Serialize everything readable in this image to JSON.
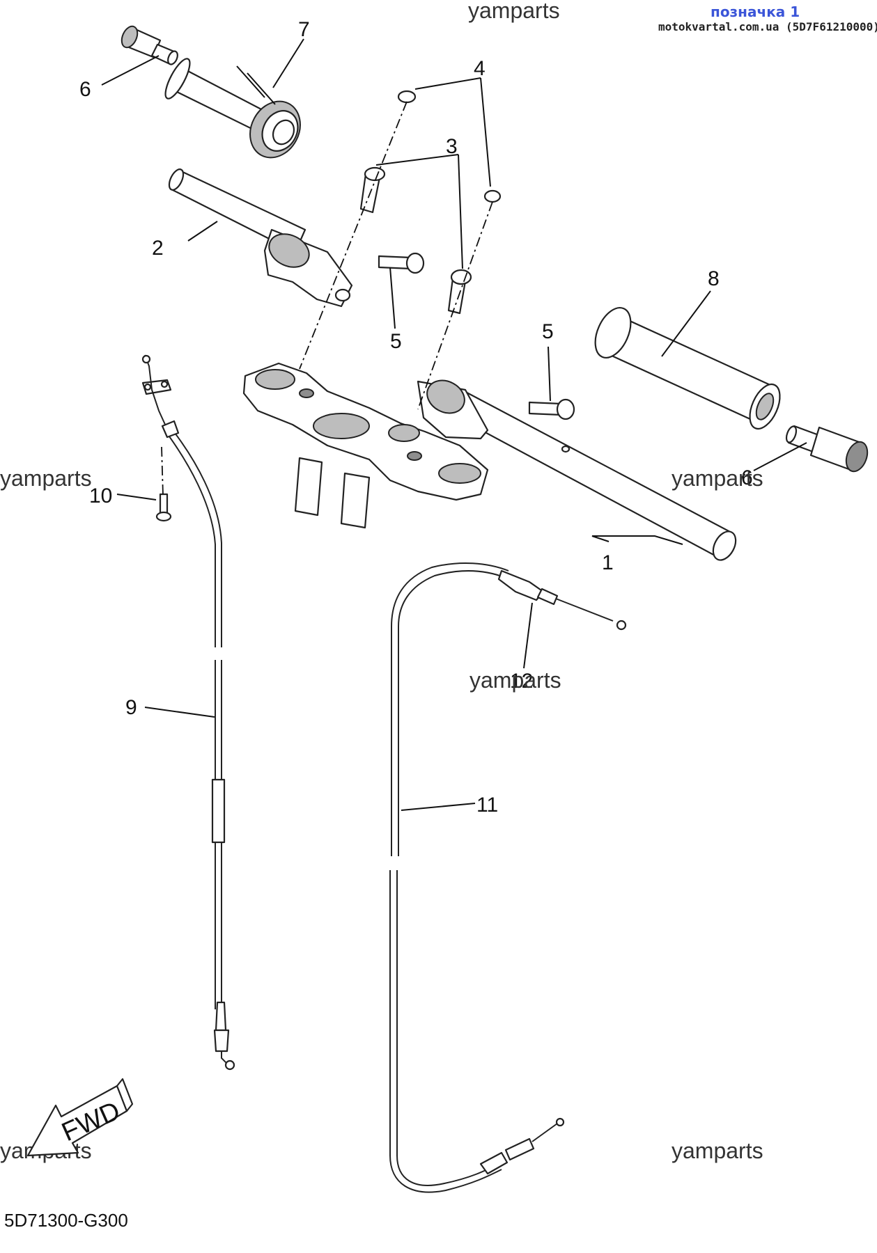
{
  "header": {
    "tag": "позначка 1",
    "source": "motokvartal.com.ua (5D7F61210000)"
  },
  "watermark": "yamparts",
  "diagram_code": "5D71300-G300",
  "direction_label": "FWD",
  "callouts": {
    "c1": "1",
    "c2": "2",
    "c3": "3",
    "c4": "4",
    "c5a": "5",
    "c5b": "5",
    "c6a": "6",
    "c6b": "6",
    "c7": "7",
    "c8": "8",
    "c9": "9",
    "c10": "10",
    "c11": "11",
    "c12": "12"
  }
}
